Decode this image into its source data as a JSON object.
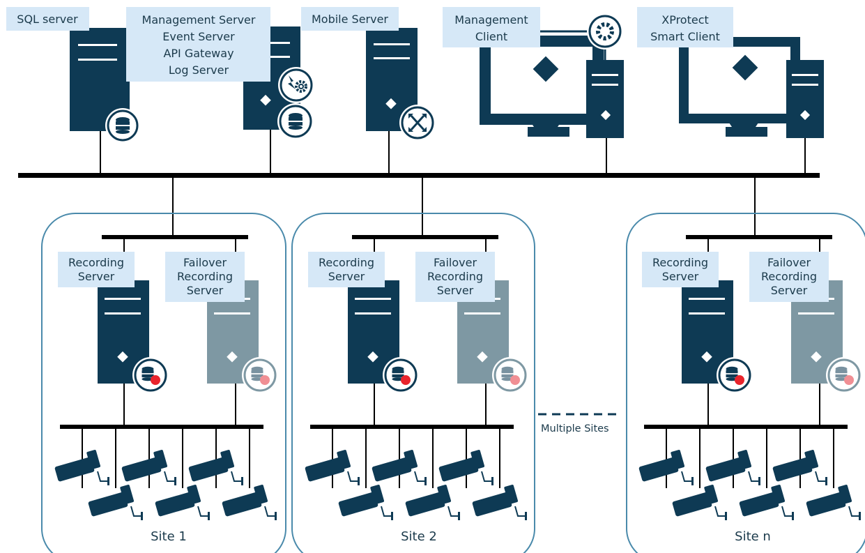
{
  "colors": {
    "server": "#0e3a54",
    "server_failover": "#7e98a3",
    "label_bg": "#d6e8f7",
    "line": "#000000",
    "site_border": "#4a8aab",
    "record_dot": "#e8242c",
    "record_dot_failover": "#f08f94"
  },
  "top": {
    "sql": {
      "label": "SQL server",
      "badge_icon": "database-icon"
    },
    "management": {
      "label_lines": [
        "Management Server",
        "Event Server",
        "API Gateway",
        "Log Server"
      ],
      "badge_icons": [
        "event-gear-icon",
        "database-icon"
      ]
    },
    "mobile": {
      "label": "Mobile Server",
      "badge_icon": "arrows-exchange-icon"
    },
    "mgmt_client": {
      "label_lines": [
        "Management",
        "Client"
      ],
      "badge_icon": "gear-icon"
    },
    "smart_client": {
      "label_lines": [
        "XProtect",
        "Smart Client"
      ]
    }
  },
  "sites": [
    {
      "name": "Site 1",
      "recording_label": [
        "Recording",
        "Server"
      ],
      "failover_label": [
        "Failover",
        "Recording",
        "Server"
      ]
    },
    {
      "name": "Site 2",
      "recording_label": [
        "Recording",
        "Server"
      ],
      "failover_label": [
        "Failover",
        "Recording",
        "Server"
      ]
    },
    {
      "name": "Site n",
      "recording_label": [
        "Recording",
        "Server"
      ],
      "failover_label": [
        "Failover",
        "Recording",
        "Server"
      ]
    }
  ],
  "multiple_sites_label": "Multiple Sites",
  "camera_icon": "camera-icon"
}
